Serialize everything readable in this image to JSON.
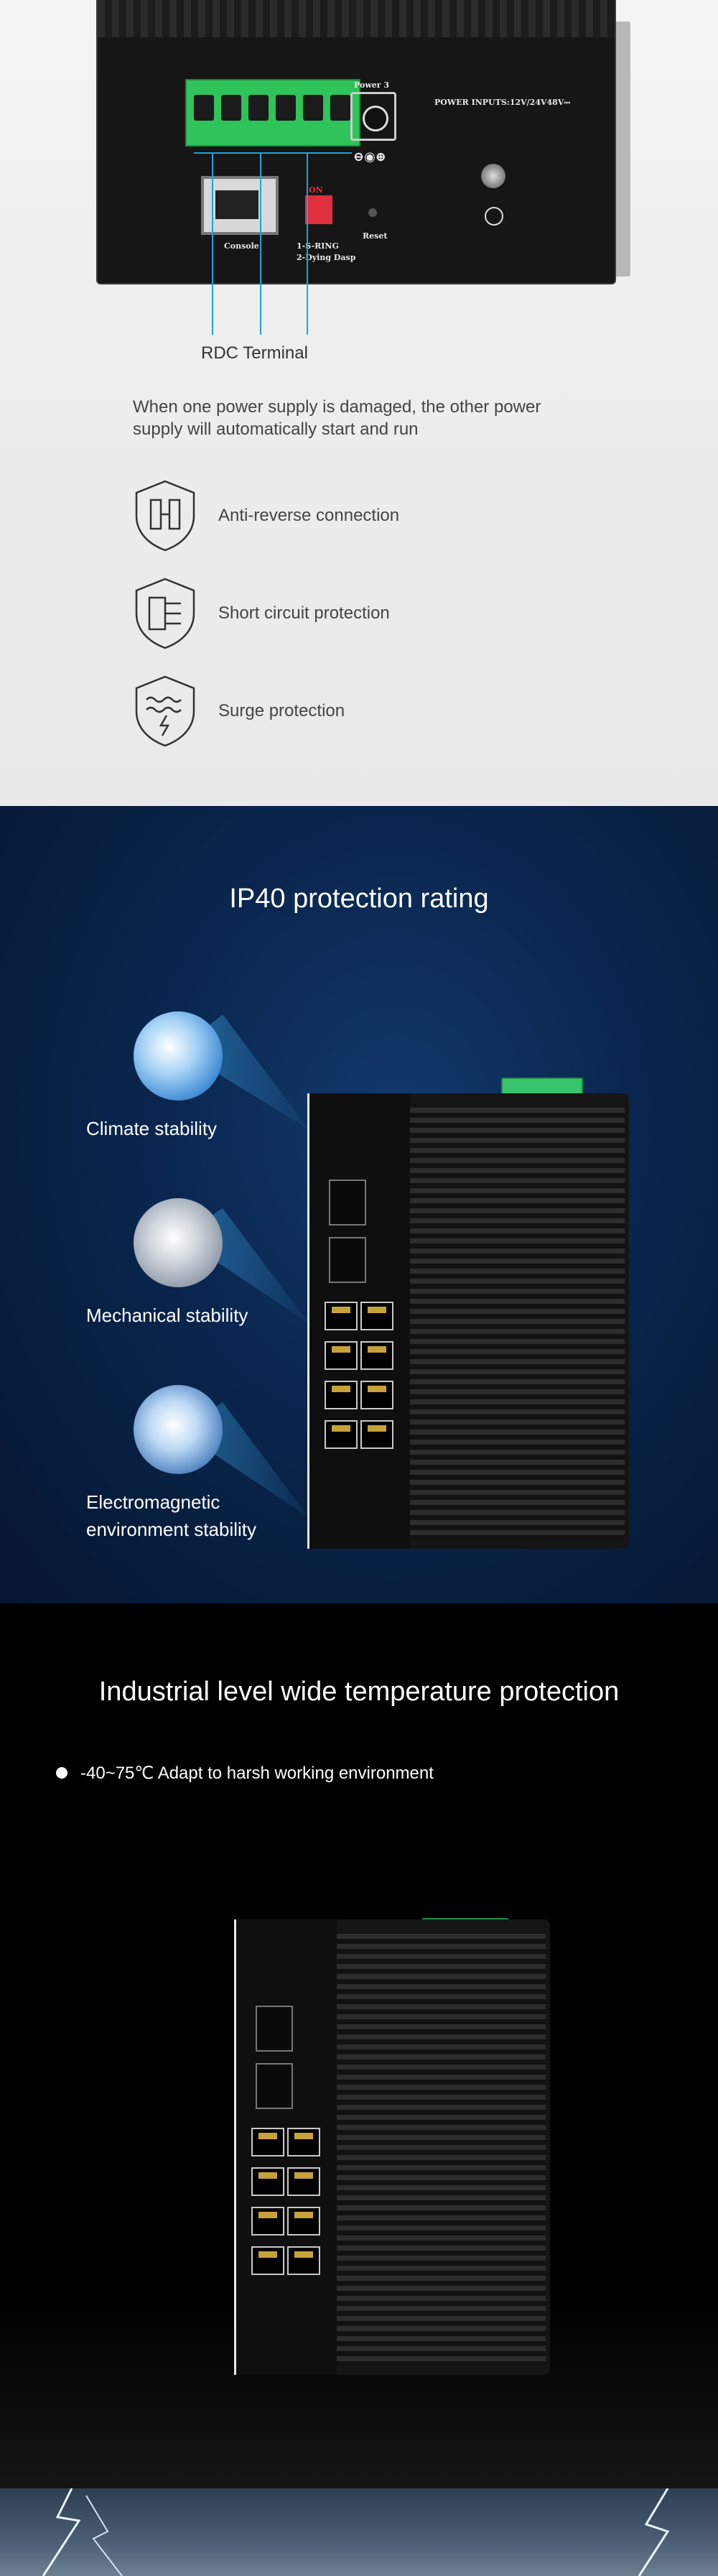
{
  "section1": {
    "panel_labels": {
      "power3": "Power 3",
      "power_inputs": "POWER INPUTS:12V/24V48V⎓",
      "console": "Console",
      "dip_on": "ON",
      "dip_mode": "1-S-RING",
      "dip_mode2": "2-Dying Dasp",
      "reset": "Reset"
    },
    "rdc_label": "RDC Terminal",
    "description": "When one power supply is damaged, the other power supply will automatically start and run",
    "features": [
      {
        "icon": "anti-reverse-shield-icon",
        "label": "Anti-reverse connection"
      },
      {
        "icon": "short-circuit-shield-icon",
        "label": "Short circuit protection"
      },
      {
        "icon": "surge-shield-icon",
        "label": "Surge protection"
      }
    ]
  },
  "section2": {
    "title": "IP40 protection rating",
    "items": [
      {
        "icon": "sky-cloud-icon",
        "label": "Climate stability"
      },
      {
        "icon": "gear-icon",
        "label": "Mechanical stability"
      },
      {
        "icon": "electromagnetic-icon",
        "label": "Electromagnetic environment stability"
      }
    ]
  },
  "section3": {
    "title": "Industrial level wide temperature protection",
    "bullet": "-40~75℃ Adapt to harsh working environment"
  },
  "colors": {
    "accent_line": "#1fa4d8",
    "terminal_green": "#2fc45a",
    "blue_bg": "#0a2750"
  }
}
